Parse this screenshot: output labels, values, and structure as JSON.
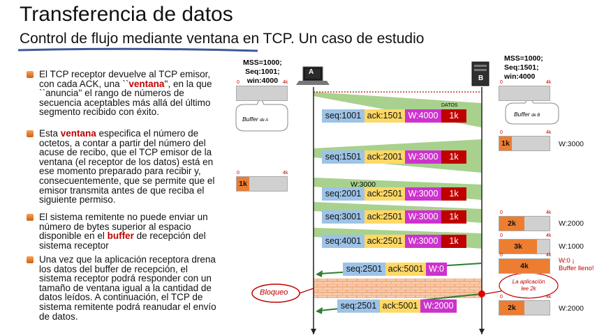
{
  "title": "Transferencia de datos",
  "subtitle": "Control de flujo mediante ventana en TCP. Un caso de estudio",
  "bullets": [
    {
      "parts": [
        "El TCP receptor devuelve al TCP emisor, con cada ACK, una ``",
        "ventana",
        "'', en la que ``anuncia'' el rango de números de secuencia aceptables más allá del último segmento recibido con éxito."
      ]
    },
    {
      "parts": [
        "Esta ",
        "ventana",
        " especifica el número de octetos, a contar a partir del número del acuse de recibo, que el TCP emisor de la ventana (el receptor de los datos) está en ese momento preparado para recibir y, consecuentemente, que se permite que el emisor transmita antes de que reciba el siguiente permiso."
      ]
    },
    {
      "parts": [
        "El sistema remitente no puede enviar un número de bytes superior al espacio disponible en el ",
        "buffer",
        " de recepción del sistema receptor"
      ]
    },
    {
      "parts": [
        "Una vez que la aplicación receptora drena los datos del buffer de recepción, el sistema receptor podrá responder con un tamaño de ventana igual a la cantidad de datos leídos. A continuación, el TCP de sistema remitente podrá reanudar el envío de datos."
      ]
    }
  ],
  "host_a": {
    "label": "A",
    "mss": "MSS=1000;",
    "seq": "Seq:1001;",
    "win": "win:4000",
    "buffer_label": "Buffer",
    "buffer_de": "de A"
  },
  "host_b": {
    "label": "B",
    "mss": "MSS=1000;",
    "seq": "Seq:1501;",
    "win": "win:4000",
    "buffer_label": "Buffer",
    "buffer_de": "de B"
  },
  "datos_label": "DATOS",
  "scale": {
    "zero": "0",
    "max": "4k"
  },
  "segments": [
    {
      "seq": "seq:1001",
      "ack": "ack:1501",
      "win": "W:4000",
      "data": "1k"
    },
    {
      "seq": "seq:1501",
      "ack": "ack:2001",
      "win": "W:3000",
      "data": "1k"
    },
    {
      "seq": "seq:2001",
      "ack": "ack:2501",
      "win": "W:3000",
      "data": "1k"
    },
    {
      "seq": "seq:3001",
      "ack": "ack:2501",
      "win": "W:3000",
      "data": "1k"
    },
    {
      "seq": "seq:4001",
      "ack": "ack:2501",
      "win": "W:3000",
      "data": "1k"
    },
    {
      "seq": "seq:2501",
      "ack": "ack:5001",
      "win": "W:0"
    },
    {
      "seq": "seq:2501",
      "ack": "ack:5001",
      "win": "W:2000"
    }
  ],
  "w3000_mid": "W:3000",
  "buffer_a": {
    "fill": "1k",
    "fraction": 0.25
  },
  "buffers_b": [
    {
      "fill": "1k",
      "fraction": 0.25,
      "window": "W:3000"
    },
    {
      "fill": "2k",
      "fraction": 0.5,
      "window": "W:2000"
    },
    {
      "fill": "3k",
      "fraction": 0.75,
      "window": "W:1000"
    },
    {
      "fill": "4k",
      "fraction": 1.0,
      "window": "W:0 ¡",
      "window2": "Buffer lleno!"
    },
    {
      "fill": "2k",
      "fraction": 0.5,
      "window": "W:2000"
    }
  ],
  "bloqueo": "Bloqueo",
  "app_read_1": "La aplicación",
  "app_read_2": "lee 2k",
  "colors": {
    "seq": "#9dc3e6",
    "ack": "#ffd966",
    "win": "#cc33cc",
    "data": "#c00000",
    "band": "#a9d18e",
    "buffer_fill": "#ed7d31"
  }
}
